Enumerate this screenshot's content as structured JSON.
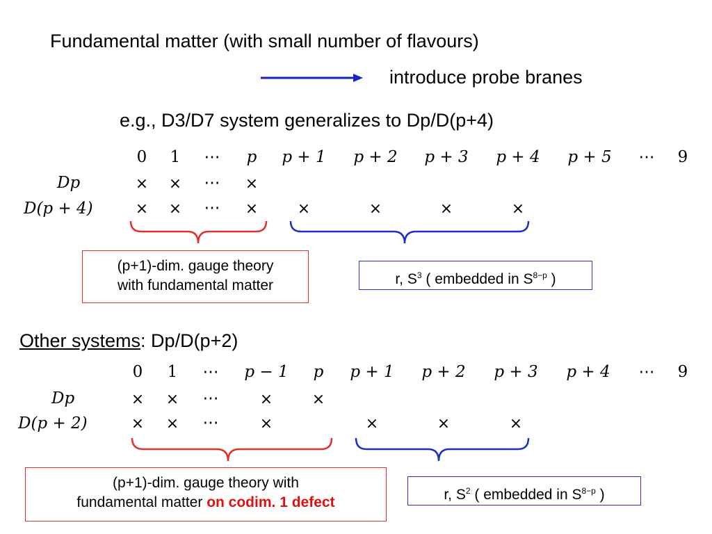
{
  "header": {
    "line1": "Fundamental matter (with small number of flavours)",
    "arrow_text": "introduce probe branes",
    "example": "e.g., D3/D7 system generalizes to Dp/D(p+4)"
  },
  "table1": {
    "columns": [
      "0",
      "1",
      "⋯",
      "p",
      "p + 1",
      "p + 2",
      "p + 3",
      "p + 4",
      "p + 5",
      "⋯",
      "9"
    ],
    "row_labels": [
      "Dp",
      "D(p + 4)"
    ],
    "cross": "×",
    "dots": "⋯",
    "left_box": {
      "line1": "(p+1)-dim. gauge theory",
      "line2": "with fundamental matter"
    },
    "right_box": {
      "prefix": "r, S",
      "sup1": "3",
      "middle": " ( embedded in S",
      "sup2": "8−p",
      "suffix": " )"
    }
  },
  "section2": {
    "heading_underlined": "Other systems",
    "heading_rest": ": Dp/D(p+2)"
  },
  "table2": {
    "columns": [
      "0",
      "1",
      "⋯",
      "p − 1",
      "p",
      "p + 1",
      "p + 2",
      "p + 3",
      "p + 4",
      "⋯",
      "9"
    ],
    "row_labels": [
      "Dp",
      "D(p + 2)"
    ],
    "cross": "×",
    "dots": "⋯",
    "left_box": {
      "line1": "(p+1)-dim. gauge theory with",
      "line2_plain": "fundamental matter ",
      "line2_highlight": "on codim. 1 defect"
    },
    "right_box": {
      "prefix": "r, S",
      "sup1": "2",
      "middle": " ( embedded in S",
      "sup2": "8−p",
      "suffix": " )"
    }
  },
  "colors": {
    "red": "#e03030",
    "blue": "#2a35c8",
    "highlight": "#e01010"
  }
}
